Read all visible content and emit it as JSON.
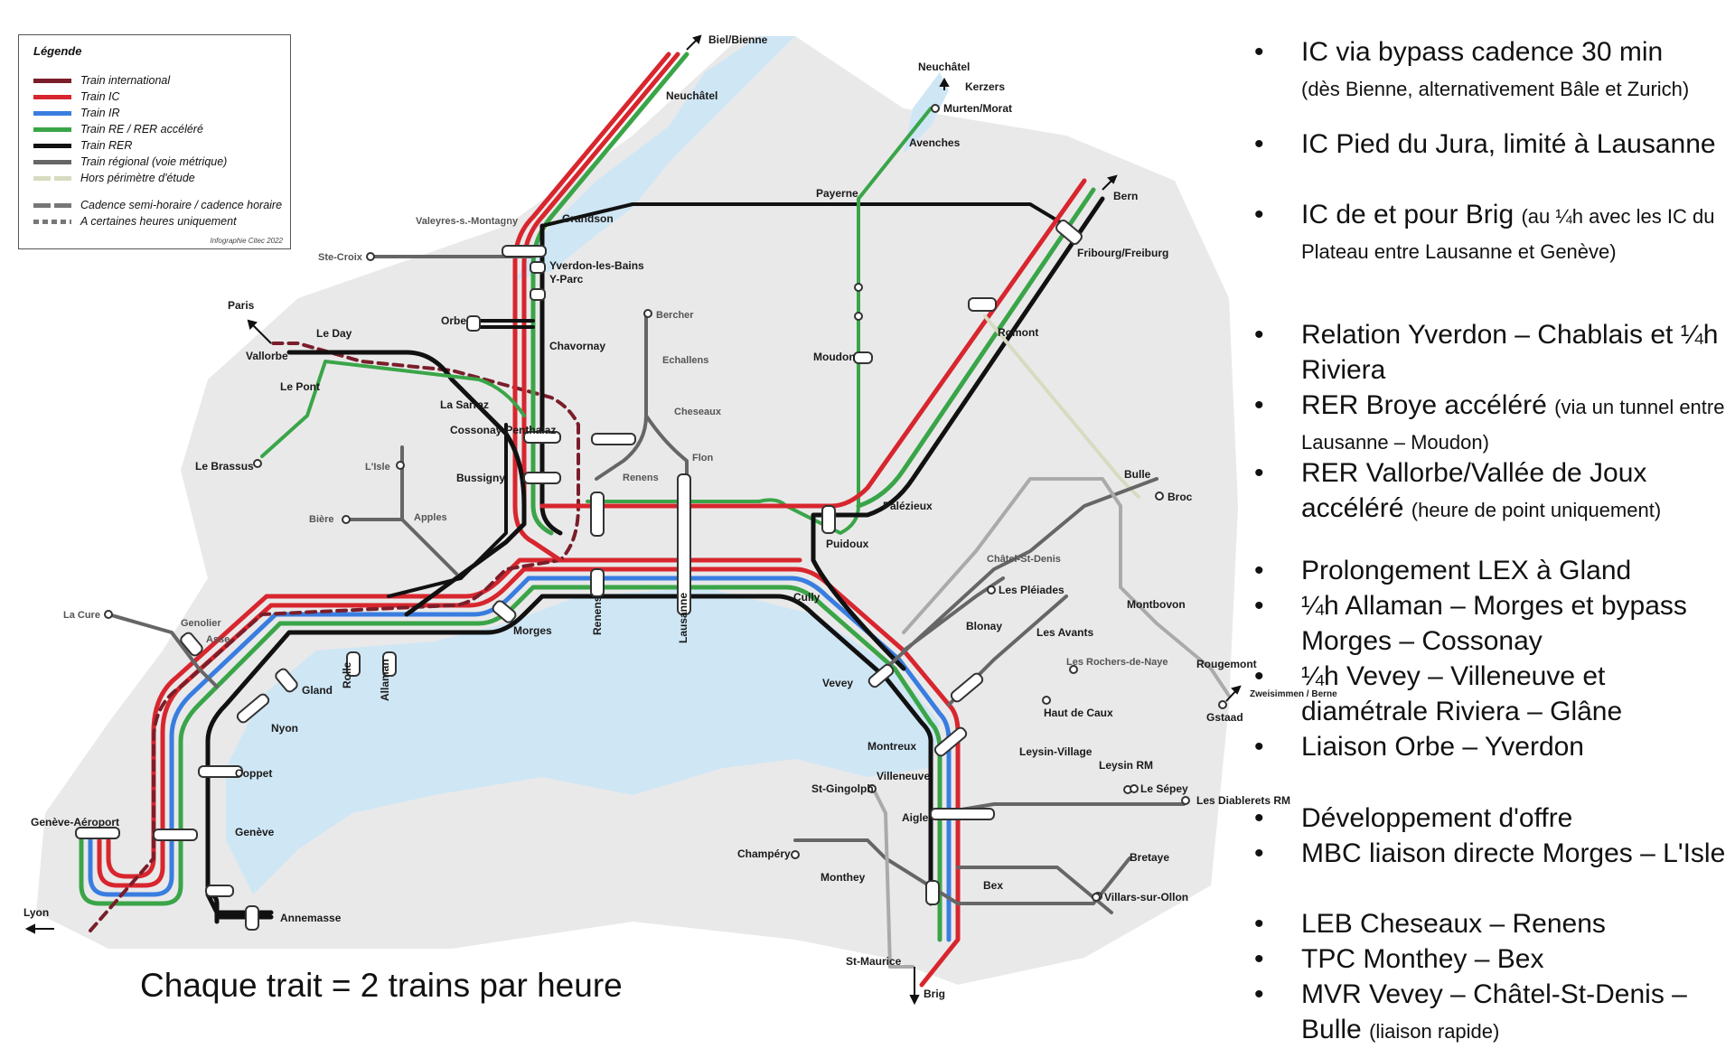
{
  "legend": {
    "title": "Légende",
    "items": [
      {
        "label": "Train international",
        "color": "#7a1e2a",
        "style": "solid"
      },
      {
        "label": "Train IC",
        "color": "#d8262e",
        "style": "solid"
      },
      {
        "label": "Train IR",
        "color": "#3a7de0",
        "style": "solid"
      },
      {
        "label": "Train RE / RER accéléré",
        "color": "#3aa548",
        "style": "solid"
      },
      {
        "label": "Train RER",
        "color": "#111111",
        "style": "solid"
      },
      {
        "label": "Train régional (voie métrique)",
        "color": "#666666",
        "style": "solid"
      },
      {
        "label": "Hors périmètre d'étude",
        "color": "#d6dcc0",
        "style": "split"
      },
      {
        "label": "Cadence semi-horaire / cadence horaire",
        "color": "#777777",
        "style": "split"
      },
      {
        "label": "A certaines heures uniquement",
        "color": "#777777",
        "style": "dotted"
      }
    ],
    "credit": "Infographie Citec 2022"
  },
  "map": {
    "stations": [
      {
        "name": "Biel/Bienne"
      },
      {
        "name": "Neuchâtel"
      },
      {
        "name": "Neuchâtel"
      },
      {
        "name": "Kerzers"
      },
      {
        "name": "Murten/Morat"
      },
      {
        "name": "Avenches"
      },
      {
        "name": "Payerne"
      },
      {
        "name": "Bern"
      },
      {
        "name": "Fribourg/Freiburg"
      },
      {
        "name": "Grandson"
      },
      {
        "name": "Valeyres-s.-Montagny"
      },
      {
        "name": "Ste-Croix"
      },
      {
        "name": "Yverdon-les-Bains"
      },
      {
        "name": "Y-Parc"
      },
      {
        "name": "Orbe"
      },
      {
        "name": "Chavornay"
      },
      {
        "name": "Bercher"
      },
      {
        "name": "Echallens"
      },
      {
        "name": "Moudon"
      },
      {
        "name": "Romont"
      },
      {
        "name": "Paris"
      },
      {
        "name": "Le Day"
      },
      {
        "name": "Vallorbe"
      },
      {
        "name": "Le Pont"
      },
      {
        "name": "La Sarraz"
      },
      {
        "name": "Cheseaux"
      },
      {
        "name": "Cossonay-Penthalaz"
      },
      {
        "name": "Flon"
      },
      {
        "name": "Le Brassus"
      },
      {
        "name": "L'Isle"
      },
      {
        "name": "Bussigny"
      },
      {
        "name": "Renens"
      },
      {
        "name": "Bulle"
      },
      {
        "name": "Broc"
      },
      {
        "name": "Palézieux"
      },
      {
        "name": "Apples"
      },
      {
        "name": "Bière"
      },
      {
        "name": "Puidoux"
      },
      {
        "name": "Châtel-St-Denis"
      },
      {
        "name": "Cully"
      },
      {
        "name": "Les Pléiades"
      },
      {
        "name": "La Cure"
      },
      {
        "name": "Genolier"
      },
      {
        "name": "Asse"
      },
      {
        "name": "Morges"
      },
      {
        "name": "Renens"
      },
      {
        "name": "Lausanne"
      },
      {
        "name": "Montbovon"
      },
      {
        "name": "Blonay"
      },
      {
        "name": "Les Avants"
      },
      {
        "name": "Rolle"
      },
      {
        "name": "Allaman"
      },
      {
        "name": "Gland"
      },
      {
        "name": "Les Rochers-de-Naye"
      },
      {
        "name": "Rougemont"
      },
      {
        "name": "Vevey"
      },
      {
        "name": "Zweisimmen / Berne"
      },
      {
        "name": "Haut de Caux"
      },
      {
        "name": "Gstaad"
      },
      {
        "name": "Nyon"
      },
      {
        "name": "Montreux"
      },
      {
        "name": "Leysin-Village"
      },
      {
        "name": "Coppet"
      },
      {
        "name": "Leysin RM"
      },
      {
        "name": "Villeneuve"
      },
      {
        "name": "St-Gingolph"
      },
      {
        "name": "Le Sépey"
      },
      {
        "name": "Les Diablerets RM"
      },
      {
        "name": "Genève-Aéroport"
      },
      {
        "name": "Genève"
      },
      {
        "name": "Aigle"
      },
      {
        "name": "Champéry"
      },
      {
        "name": "Bretaye"
      },
      {
        "name": "Monthey"
      },
      {
        "name": "Bex"
      },
      {
        "name": "Villars-sur-Ollon"
      },
      {
        "name": "Annemasse"
      },
      {
        "name": "Lyon"
      },
      {
        "name": "St-Maurice"
      },
      {
        "name": "Brig"
      }
    ]
  },
  "caption": "Chaque trait = 2 trains par heure",
  "bullets": [
    {
      "main": "IC via bypass cadence 30 min",
      "sub": "(dès Bienne, alternativement Bâle et Zurich)"
    },
    {
      "main": "IC Pied du Jura, limité à Lausanne",
      "sub": ""
    },
    {
      "main": "IC de et pour Brig",
      "sub": "(au ¼h avec les IC du Plateau entre Lausanne et Genève)"
    },
    {
      "main": "Relation Yverdon – Chablais et ¼h Riviera",
      "sub": ""
    },
    {
      "main": "RER Broye accéléré",
      "sub": "(via un tunnel entre Lausanne – Moudon)"
    },
    {
      "main": "RER Vallorbe/Vallée de Joux accéléré",
      "sub": "(heure de point uniquement)"
    },
    {
      "main": "Prolongement LEX à Gland",
      "sub": ""
    },
    {
      "main": "¼h Allaman – Morges et bypass Morges – Cossonay",
      "sub": ""
    },
    {
      "main": "¼h Vevey – Villeneuve et diamétrale Riviera – Glâne",
      "sub": ""
    },
    {
      "main": "Liaison Orbe – Yverdon",
      "sub": ""
    },
    {
      "main": "Développement d'offre",
      "sub": ""
    },
    {
      "main": "MBC liaison directe Morges – L'Isle",
      "sub": ""
    },
    {
      "main": "LEB Cheseaux – Renens",
      "sub": ""
    },
    {
      "main": "TPC Monthey – Bex",
      "sub": ""
    },
    {
      "main": "MVR Vevey – Châtel-St-Denis – Bulle",
      "sub": "(liaison rapide)"
    }
  ]
}
